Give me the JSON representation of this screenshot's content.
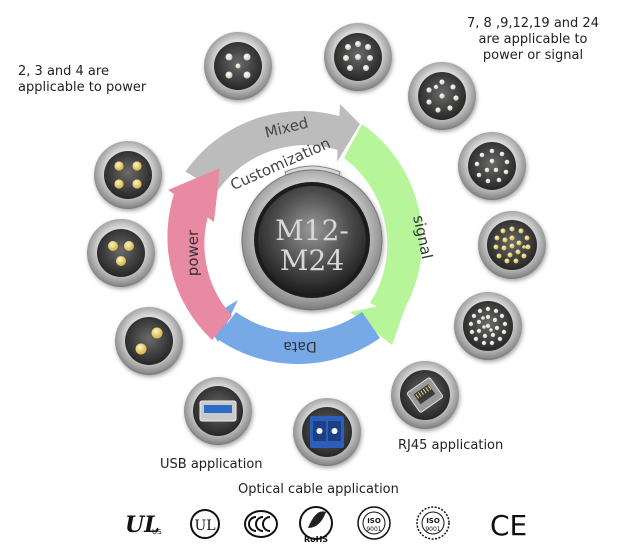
{
  "captions": {
    "power_note": "2, 3 and 4 are\napplicable to power",
    "signal_note": "7, 8 ,9,12,19 and 24\nare applicable to\npower or signal",
    "usb": "USB application",
    "optical": "Optical cable application",
    "rj45": "RJ45 application"
  },
  "ring": {
    "mixed_line1": "Mixed",
    "mixed_line2": "Customization",
    "signal": "signal",
    "data": "Data",
    "power": "power"
  },
  "center": {
    "line1": "M12-",
    "line2": "M24"
  },
  "certifications": {
    "ul_mark": "UL",
    "ul_country": "US",
    "rohs": "RoHS",
    "iso_1": "ISO",
    "iso_1_num": "9001",
    "iso_2": "ISO",
    "iso_2_num": "9001",
    "ce": "CE"
  },
  "colors": {
    "mixed_arc": "#bcbcbc",
    "signal_arc": "#b6f59a",
    "data_arc": "#77a9e6",
    "power_arc": "#e98aa3"
  }
}
